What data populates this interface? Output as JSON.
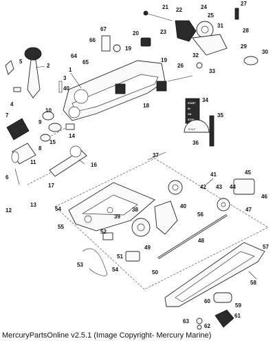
{
  "callouts": {
    "c1": "1",
    "c2": "2",
    "c3": "3",
    "c4": "4",
    "c5": "5",
    "c6": "6",
    "c7": "7",
    "c8": "8",
    "c9": "9",
    "c10": "10",
    "c11": "11",
    "c12": "12",
    "c13": "13",
    "c14": "14",
    "c15": "15",
    "c16": "16",
    "c17": "17",
    "c18": "18",
    "c19a": "19",
    "c19b": "19",
    "c20": "20",
    "c21": "21",
    "c22": "22",
    "c23": "23",
    "c24": "24",
    "c25": "25",
    "c26": "26",
    "c27": "27",
    "c28": "28",
    "c29": "29",
    "c30": "30",
    "c31": "31",
    "c32": "32",
    "c33": "33",
    "c34": "34",
    "c35": "35",
    "c36": "36",
    "c37": "37",
    "c38": "38",
    "c39": "39",
    "c40a": "40",
    "c40b": "40",
    "c41": "41",
    "c42": "42",
    "c43": "43",
    "c44": "44",
    "c45": "45",
    "c46": "46",
    "c47": "47",
    "c48": "48",
    "c49": "49",
    "c50": "50",
    "c51": "51",
    "c52": "52",
    "c53": "53",
    "c54a": "54",
    "c54b": "54",
    "c55": "55",
    "c56": "56",
    "c57": "57",
    "c58": "58",
    "c59": "59",
    "c60": "60",
    "c61": "61",
    "c62": "62",
    "c63": "63",
    "c64": "64",
    "c65": "65",
    "c66": "66",
    "c67": "67"
  },
  "decal": {
    "line1": "START",
    "line2": "IN",
    "line3": "ON",
    "line4": "STOP",
    "shift": "R N F"
  },
  "footer": {
    "copyright": "MercuryPartsOnline v2.5.1 (Image Copyright- Mercury Marine)"
  }
}
